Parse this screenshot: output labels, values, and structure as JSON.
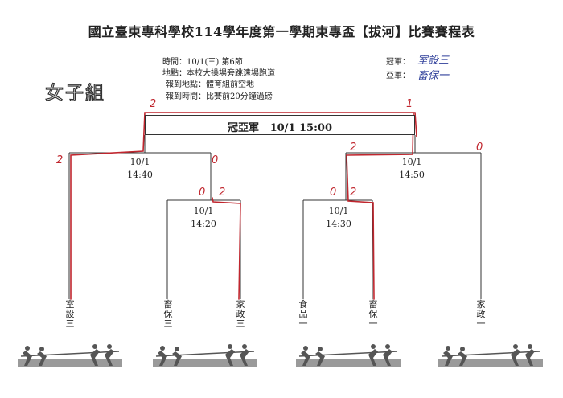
{
  "title": "國立臺東專科學校114學年度第一學期東專盃【拔河】比賽賽程表",
  "info": {
    "time": "時間：10/1(三) 第6節",
    "place": "地點：本校大操場旁跳遠場跑道",
    "report_place": "報到地點：體育組前空地",
    "report_time": "報到時間：比賽前20分鐘過磅"
  },
  "results": {
    "champion_label": "冠軍：",
    "champion": "室設三",
    "runner_up_label": "亞軍：",
    "runner_up": "畜保一"
  },
  "division": "女子組",
  "final": {
    "label": "冠亞軍",
    "time": "10/1 15:00"
  },
  "matches": {
    "left": {
      "date": "10/1",
      "time": "14:40"
    },
    "left_inner": {
      "date": "10/1",
      "time": "14:20"
    },
    "right": {
      "date": "10/1",
      "time": "14:50"
    },
    "right_inner": {
      "date": "10/1",
      "time": "14:30"
    }
  },
  "teams": [
    {
      "name": "室設三",
      "chars": [
        "室",
        "設",
        "三"
      ]
    },
    {
      "name": "畜保三",
      "chars": [
        "畜",
        "保",
        "三"
      ]
    },
    {
      "name": "家政三",
      "chars": [
        "家",
        "政",
        "三"
      ]
    },
    {
      "name": "食品一",
      "chars": [
        "食",
        "品",
        "一"
      ]
    },
    {
      "name": "畜保一",
      "chars": [
        "畜",
        "保",
        "一"
      ]
    },
    {
      "name": "家政一",
      "chars": [
        "家",
        "政",
        "一"
      ]
    }
  ],
  "scores": {
    "final_left": "2",
    "final_right": "1",
    "left_outer": "2",
    "left_inner_winner": "0",
    "left_inner_a": "0",
    "left_inner_b": "2",
    "right_inner_winner": "2",
    "right_outer": "0",
    "right_inner_a": "0",
    "right_inner_b": "2"
  },
  "colors": {
    "line": "#333333",
    "winner": "#c0262e",
    "handwriting": "#2f3f9a"
  },
  "icons": [
    "tug-of-war-figures"
  ]
}
